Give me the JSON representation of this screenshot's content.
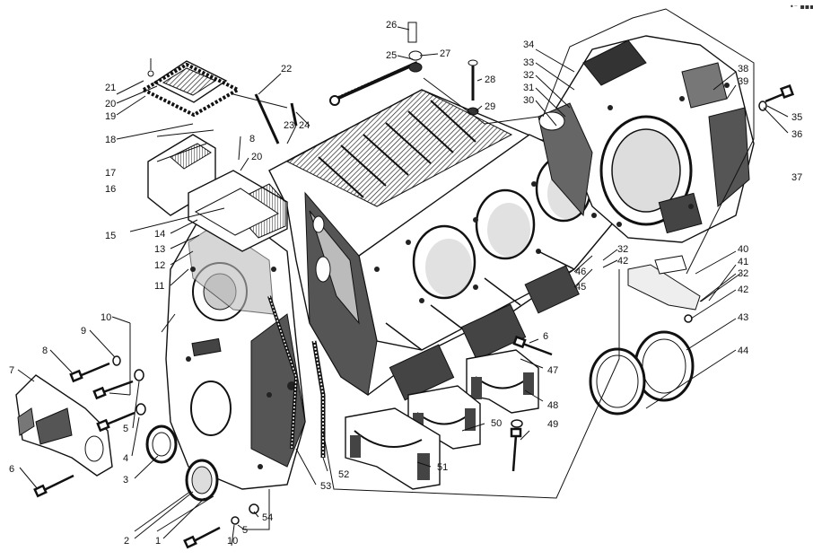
{
  "corner_mark": "•⁻ ▪▪▪",
  "callouts": [
    "1",
    "2",
    "3",
    "4",
    "5",
    "6",
    "7",
    "8",
    "9",
    "10",
    "11",
    "12",
    "13",
    "14",
    "15",
    "16",
    "17",
    "18",
    "19",
    "20",
    "21",
    "22",
    "23",
    "24",
    "25",
    "26",
    "27",
    "28",
    "29",
    "30",
    "31",
    "32",
    "33",
    "34",
    "35",
    "36",
    "37",
    "38",
    "39",
    "40",
    "41",
    "42",
    "43",
    "44",
    "45",
    "46",
    "47",
    "48",
    "49",
    "50",
    "51",
    "52",
    "53",
    "54"
  ]
}
